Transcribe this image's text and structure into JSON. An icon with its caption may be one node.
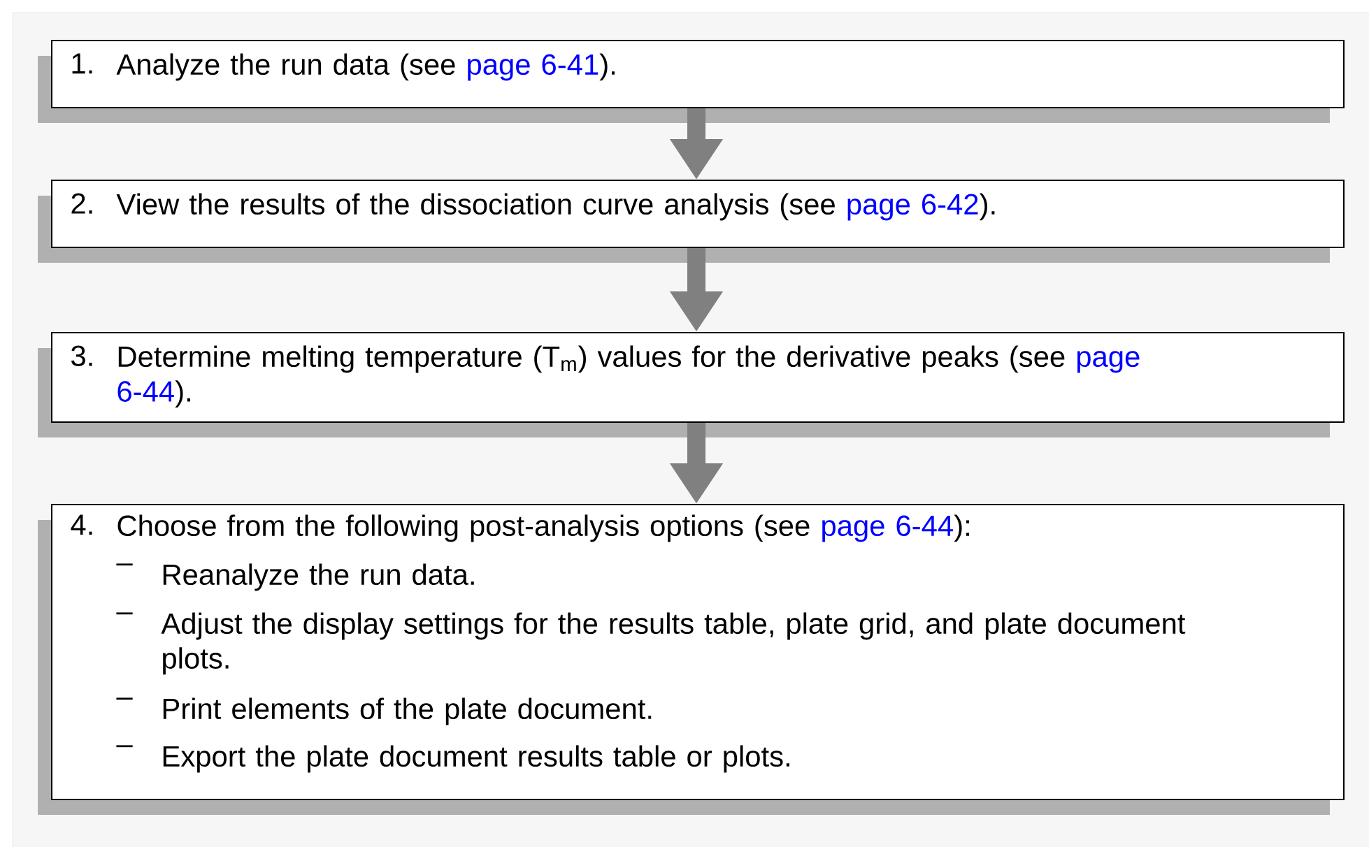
{
  "diagram": {
    "nodes": [
      {
        "text": [
          "1.",
          "Analyze the run data (see",
          "page 6-41",
          ")."
        ]
      },
      {
        "text": [
          "2.",
          "View the results of the dissociation curve analysis (see",
          "page 6-42",
          ")."
        ]
      },
      {
        "text": [
          "3.",
          "Determine melting temperature (T$_{m}$) values for the derivative peaks (see",
          "page 6-44",
          ")."
        ]
      },
      {
        "text": [
          "4.",
          "Choose from the following post-analysis options (see",
          "page 6-44",
          "):",
          "–",
          "Reanalyze the run data.",
          "–",
          "Adjust the display settings for the results table, plate grid, and plate document plots.",
          "–",
          "Print elements of the plate document.",
          "–",
          "Export the plate document results table or plots."
        ]
      }
    ],
    "edges": [
      {
        "from": 0,
        "to": 1,
        "arrow": "to"
      },
      {
        "from": 1,
        "to": 2,
        "arrow": "to"
      },
      {
        "from": 2,
        "to": 3,
        "arrow": "to"
      }
    ]
  }
}
